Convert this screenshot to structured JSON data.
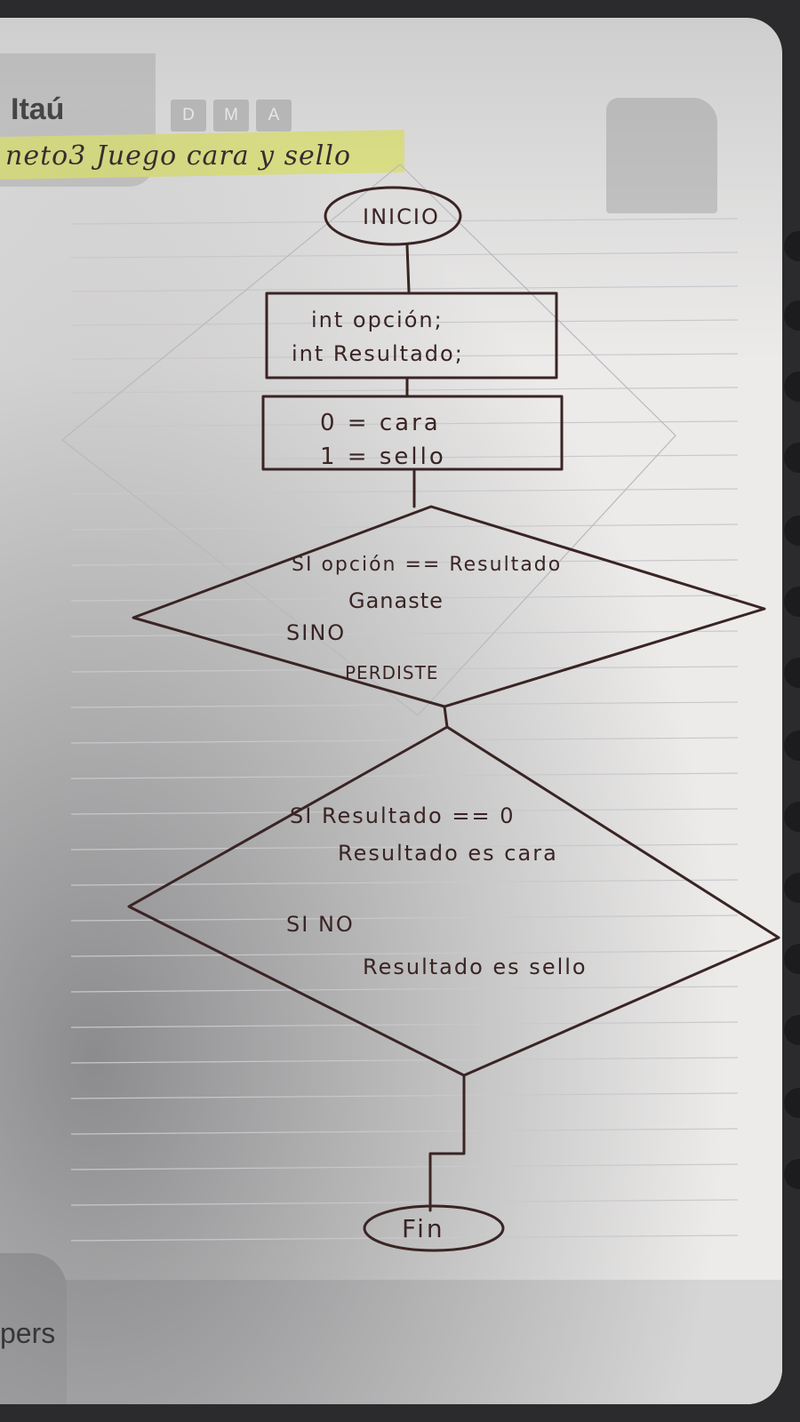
{
  "header": {
    "brand": "Itaú",
    "date_boxes": [
      "D",
      "M",
      "A"
    ],
    "title": "neto3 Juego cara y sello"
  },
  "flowchart": {
    "start": "INICIO",
    "declarations": [
      "int opción;",
      "int Resultado;"
    ],
    "mapping": [
      "0 = cara",
      "1 = sello"
    ],
    "decision1": {
      "condition": "SI opción == Resultado",
      "then": "Ganaste",
      "else_label": "SINO",
      "else": "PERDISTE"
    },
    "decision2": {
      "condition": "SI Resultado == 0",
      "then": "Resultado es cara",
      "else_label": "SI NO",
      "else": "Resultado es sello"
    },
    "end": "Fin"
  },
  "footer": {
    "partial_text": "pers"
  },
  "colors": {
    "ink": "#3a2424",
    "highlighter": "#e9ee7a",
    "paper": "#ecebea"
  }
}
